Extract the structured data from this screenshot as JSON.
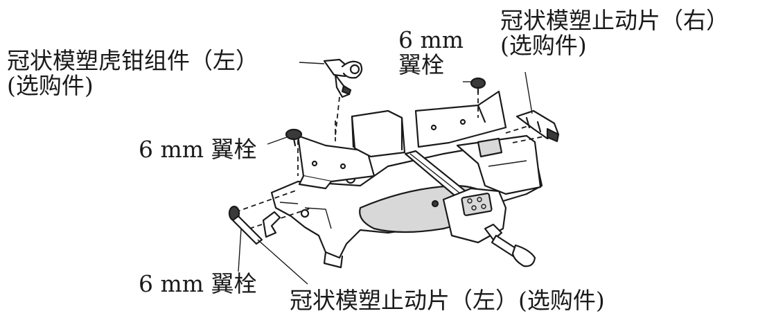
{
  "labels": {
    "clamp_left_line1": "冠状模塑虎钳组件（左）",
    "clamp_left_line2": "(选购件)",
    "stopper_right_line1": "冠状模塑止动片（右）",
    "stopper_right_line2": "(选购件)",
    "bolt_top_line1": "6 mm",
    "bolt_top_line2": "翼栓",
    "bolt_middle": "6 mm 翼栓",
    "bolt_bottom": "6 mm 翼栓",
    "stopper_left": "冠状模塑止动片（左）(选购件)"
  },
  "colors": {
    "ink": "#1a1a1a",
    "paper": "#ffffff",
    "shade": "#d8d8d8"
  }
}
